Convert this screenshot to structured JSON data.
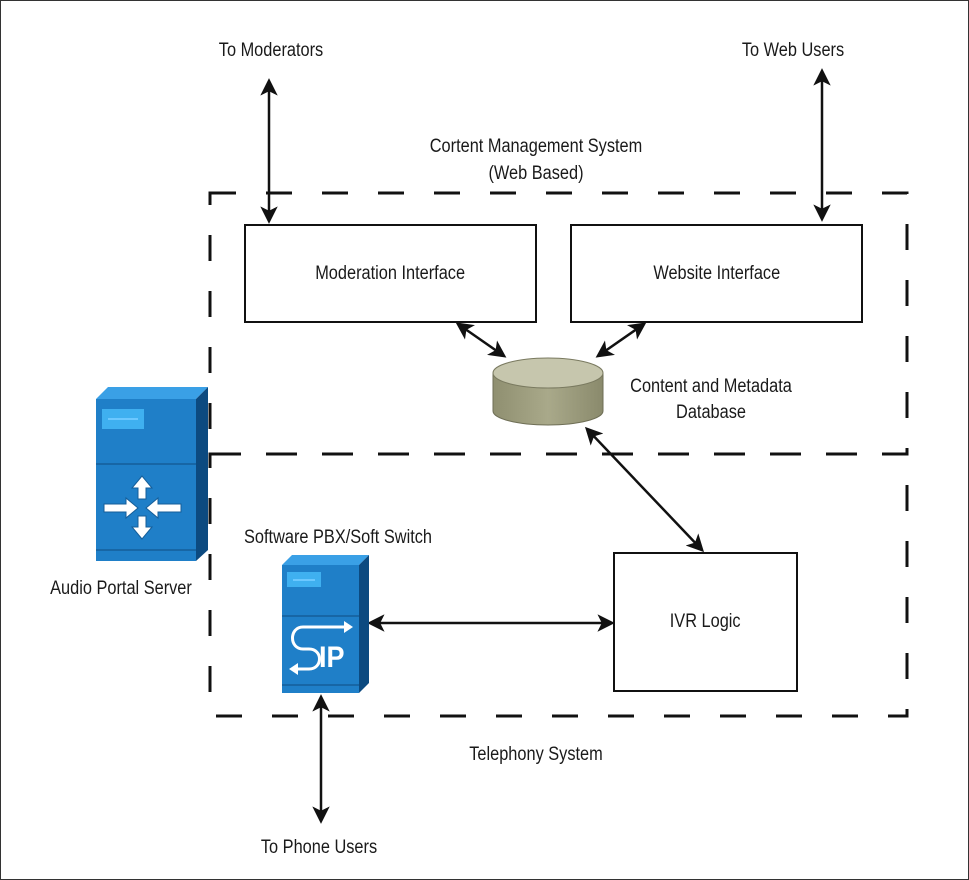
{
  "diagram": {
    "external_endpoints": {
      "moderators": "To Moderators",
      "web_users": "To Web Users",
      "phone_users": "To Phone Users"
    },
    "cms_region": {
      "title_line1": "Cortent Management System",
      "title_line2": "(Web Based)"
    },
    "telephony_region": {
      "title": "Telephony System"
    },
    "components": {
      "moderation_interface": "Moderation Interface",
      "website_interface": "Website Interface",
      "database_line1": "Content and Metadata",
      "database_line2": "Database",
      "ivr_logic": "IVR Logic",
      "pbx_label": "Software PBX/Soft Switch",
      "audio_portal_label": "Audio Portal Server",
      "sip_badge": "IP"
    },
    "colors": {
      "server_blue": "#1f7fc8",
      "server_dark": "#0e4f85",
      "database_fill": "#a9a98a",
      "database_top": "#c6c6ad",
      "line": "#111111"
    },
    "connections": [
      {
        "from": "To Moderators",
        "to": "Moderation Interface",
        "type": "bidirectional"
      },
      {
        "from": "To Web Users",
        "to": "Website Interface",
        "type": "bidirectional"
      },
      {
        "from": "Moderation Interface",
        "to": "Content and Metadata Database",
        "type": "bidirectional"
      },
      {
        "from": "Website Interface",
        "to": "Content and Metadata Database",
        "type": "bidirectional"
      },
      {
        "from": "Content and Metadata Database",
        "to": "IVR Logic",
        "type": "bidirectional"
      },
      {
        "from": "Software PBX/Soft Switch",
        "to": "IVR Logic",
        "type": "bidirectional"
      },
      {
        "from": "Software PBX/Soft Switch",
        "to": "To Phone Users",
        "type": "bidirectional"
      }
    ]
  }
}
